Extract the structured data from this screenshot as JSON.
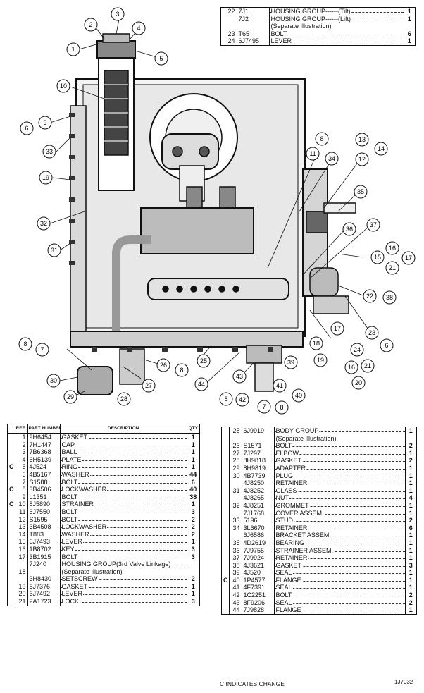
{
  "top_table": {
    "rows": [
      {
        "ref": "22",
        "part": "7J1",
        "desc": "HOUSING GROUP------(Tilt)",
        "qty": "1"
      },
      {
        "ref": "",
        "part": "7J2",
        "desc": "HOUSING GROUP------(Lift)",
        "qty": "1"
      },
      {
        "ref": "",
        "part": "",
        "desc": "(Separate Illustration)",
        "qty": ""
      },
      {
        "ref": "23",
        "part": "T65",
        "desc": "BOLT",
        "qty": "6"
      },
      {
        "ref": "24",
        "part": "6J7495",
        "desc": "LEVER",
        "qty": "1"
      }
    ]
  },
  "headers": {
    "ref": "REF. NO.",
    "part": "PART NUMBER",
    "desc": "DESCRIPTION",
    "qty": "QTY"
  },
  "left_table": {
    "rows": [
      {
        "mark": "",
        "ref": "1",
        "part": "9H6454",
        "desc": "GASKET",
        "qty": "1"
      },
      {
        "mark": "",
        "ref": "2",
        "part": "7H1447",
        "desc": "CAP",
        "qty": "1"
      },
      {
        "mark": "",
        "ref": "3",
        "part": "7B6368",
        "desc": "BALL",
        "qty": "1"
      },
      {
        "mark": "",
        "ref": "4",
        "part": "6H5139",
        "desc": "PLATE",
        "qty": "1"
      },
      {
        "mark": "C",
        "ref": "5",
        "part": "4J524",
        "desc": "RING",
        "qty": "1"
      },
      {
        "mark": "",
        "ref": "6",
        "part": "4B5167",
        "desc": "WASHER",
        "qty": "44"
      },
      {
        "mark": "",
        "ref": "7",
        "part": "S1588",
        "desc": "BOLT",
        "qty": "6"
      },
      {
        "mark": "C",
        "ref": "8",
        "part": "3B4506",
        "desc": "LOCKWASHER",
        "qty": "40"
      },
      {
        "mark": "",
        "ref": "9",
        "part": "L1351",
        "desc": "BOLT",
        "qty": "38"
      },
      {
        "mark": "C",
        "ref": "10",
        "part": "8J5890",
        "desc": "STRAINER",
        "qty": "1"
      },
      {
        "mark": "",
        "ref": "11",
        "part": "6J7550",
        "desc": "BOLT",
        "qty": "3"
      },
      {
        "mark": "",
        "ref": "12",
        "part": "S1595",
        "desc": "BOLT",
        "qty": "2"
      },
      {
        "mark": "",
        "ref": "13",
        "part": "3B4508",
        "desc": "LOCKWASHER",
        "qty": "2"
      },
      {
        "mark": "",
        "ref": "14",
        "part": "T883",
        "desc": "WASHER",
        "qty": "2"
      },
      {
        "mark": "",
        "ref": "15",
        "part": "6J7493",
        "desc": "LEVER",
        "qty": "1"
      },
      {
        "mark": "",
        "ref": "16",
        "part": "1B8702",
        "desc": "KEY",
        "qty": "3"
      },
      {
        "mark": "",
        "ref": "17",
        "part": "3B1915",
        "desc": "BOLT",
        "qty": "3"
      },
      {
        "mark": "",
        "ref": "",
        "part": "7J240",
        "desc": "HOUSING GROUP(3rd Valve Linkage)",
        "qty": ""
      },
      {
        "mark": "",
        "ref": "18",
        "part": "",
        "desc": "(Separate Illustration)",
        "qty": ""
      },
      {
        "mark": "",
        "ref": "",
        "part": "3H8430",
        "desc": "SETSCREW",
        "qty": "2"
      },
      {
        "mark": "",
        "ref": "19",
        "part": "6J7376",
        "desc": "GASKET",
        "qty": "1"
      },
      {
        "mark": "",
        "ref": "20",
        "part": "6J7492",
        "desc": "LEVER",
        "qty": "1"
      },
      {
        "mark": "",
        "ref": "21",
        "part": "2A1723",
        "desc": "LOCK",
        "qty": "3"
      }
    ]
  },
  "right_table": {
    "rows": [
      {
        "mark": "",
        "ref": "25",
        "part": "6J9919",
        "desc": "BODY GROUP",
        "qty": "1"
      },
      {
        "mark": "",
        "ref": "",
        "part": "",
        "desc": "(Separate Illustration)",
        "qty": ""
      },
      {
        "mark": "",
        "ref": "26",
        "part": "S1571",
        "desc": "BOLT",
        "qty": "2"
      },
      {
        "mark": "",
        "ref": "27",
        "part": "7J297",
        "desc": "ELBOW",
        "qty": "1"
      },
      {
        "mark": "",
        "ref": "28",
        "part": "8H9818",
        "desc": "GASKET",
        "qty": "2"
      },
      {
        "mark": "",
        "ref": "29",
        "part": "8H9819",
        "desc": "ADAPTER",
        "qty": "1"
      },
      {
        "mark": "",
        "ref": "30",
        "part": "4B7739",
        "desc": "PLUG",
        "qty": "1"
      },
      {
        "mark": "",
        "ref": "",
        "part": "4J8250",
        "desc": "RETAINER",
        "qty": "1"
      },
      {
        "mark": "",
        "ref": "31",
        "part": "4J8252",
        "desc": "GLASS",
        "qty": "1"
      },
      {
        "mark": "",
        "ref": "",
        "part": "4J8265",
        "desc": "NUT",
        "qty": "4"
      },
      {
        "mark": "",
        "ref": "32",
        "part": "4J8251",
        "desc": "GROMMET",
        "qty": "1"
      },
      {
        "mark": "",
        "ref": "",
        "part": "7J1768",
        "desc": "COVER ASSEM.",
        "qty": "1"
      },
      {
        "mark": "",
        "ref": "33",
        "part": "5196",
        "desc": "STUD",
        "qty": "2"
      },
      {
        "mark": "",
        "ref": "34",
        "part": "3L6670",
        "desc": "RETAINER",
        "qty": "6"
      },
      {
        "mark": "",
        "ref": "",
        "part": "6J6586",
        "desc": "BRACKET ASSEM.",
        "qty": "1"
      },
      {
        "mark": "",
        "ref": "35",
        "part": "4D2619",
        "desc": "BEARING",
        "qty": "1"
      },
      {
        "mark": "",
        "ref": "36",
        "part": "7J9755",
        "desc": "STRAINER ASSEM.",
        "qty": "1"
      },
      {
        "mark": "",
        "ref": "37",
        "part": "7J9924",
        "desc": "RETAINER",
        "qty": "1"
      },
      {
        "mark": "",
        "ref": "38",
        "part": "4J3621",
        "desc": "GASKET",
        "qty": "3"
      },
      {
        "mark": "",
        "ref": "39",
        "part": "4J520",
        "desc": "SEAL",
        "qty": "1"
      },
      {
        "mark": "C",
        "ref": "40",
        "part": "1P4577",
        "desc": "FLANGE",
        "qty": "1"
      },
      {
        "mark": "",
        "ref": "41",
        "part": "4F7391",
        "desc": "SEAL",
        "qty": "1"
      },
      {
        "mark": "",
        "ref": "42",
        "part": "1C2251",
        "desc": "BOLT",
        "qty": "2"
      },
      {
        "mark": "",
        "ref": "43",
        "part": "8F9206",
        "desc": "SEAL",
        "qty": "2"
      },
      {
        "mark": "",
        "ref": "44",
        "part": "7J9828",
        "desc": "FLANGE",
        "qty": "1"
      }
    ]
  },
  "footer": {
    "change_note": "C INDICATES CHANGE",
    "code": "1J7032"
  },
  "callouts": {
    "c1": "1",
    "c2": "2",
    "c3": "3",
    "c4": "4",
    "c5": "5",
    "c6": "6",
    "c9": "9",
    "c10": "10",
    "c33": "33",
    "c19": "19",
    "c32": "32",
    "c31": "31",
    "c8a": "8",
    "c11": "11",
    "c13": "13",
    "c14": "14",
    "c34": "34",
    "c12": "12",
    "c35": "35",
    "c36": "36",
    "c37": "37",
    "c15": "15",
    "c16": "16",
    "c21": "21",
    "c17": "17",
    "c22": "22",
    "c38": "38",
    "c17b": "17",
    "c23": "23",
    "c6b": "6",
    "c18": "18",
    "c19b": "19",
    "c24": "24",
    "c16b": "16",
    "c21b": "21",
    "c20": "20",
    "c8b": "8",
    "c7": "7",
    "c30": "30",
    "c29": "29",
    "c28": "28",
    "c27": "27",
    "c26": "26",
    "c8c": "8",
    "c25": "25",
    "c44": "44",
    "c43": "43",
    "c39": "39",
    "c8d": "8",
    "c42": "42",
    "c41": "41",
    "c40": "40",
    "c7b": "7",
    "c8e": "8"
  }
}
